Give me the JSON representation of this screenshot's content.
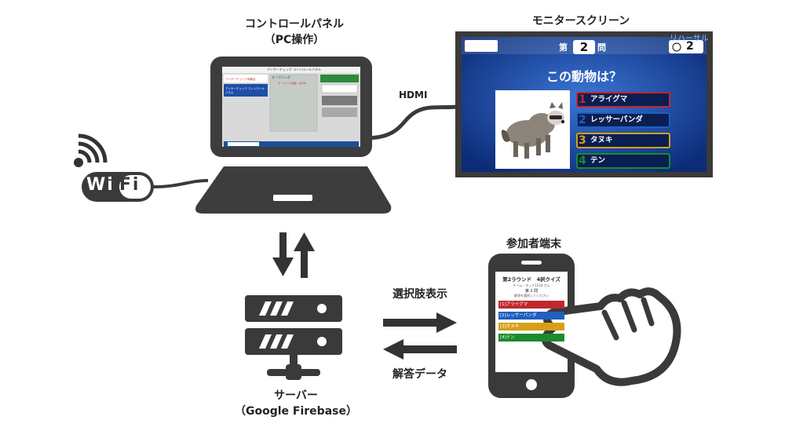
{
  "pc": {
    "label_line1": "コントロールパネル",
    "label_line2": "（PC操作）",
    "screen_title": "アンサーチェック コントロールパネル",
    "screen_section": "オープニング",
    "screen_side_title": "アンサーチェック体験会",
    "screen_side_sub": "アンサーチェック コントロールパネル",
    "screen_note": "オープニング画像・表示中"
  },
  "monitor": {
    "label": "モニタースクリーン",
    "connection": "HDMI",
    "q_prefix": "第",
    "q_number": "2",
    "q_suffix": "問",
    "timer": "2",
    "rehearsal": "リハーサル",
    "question": "この動物は？",
    "choices": [
      {
        "num": "1",
        "text": "アライグマ",
        "color": "#c0282d"
      },
      {
        "num": "2",
        "text": "レッサーパンダ",
        "color": "#1f5fbf"
      },
      {
        "num": "3",
        "text": "タヌキ",
        "color": "#d4a017"
      },
      {
        "num": "4",
        "text": "テン",
        "color": "#1a8a2e"
      }
    ]
  },
  "wifi": {
    "label": "WiFi"
  },
  "server": {
    "label_line1": "サーバー",
    "label_line2": "（Google Firebase）"
  },
  "phone": {
    "label": "参加者端末",
    "round_title": "第2ラウンド　4択クイズ",
    "team": "チーム・タッチ1234 さん",
    "q_label": "第 2 問",
    "instruction": "解答を選択してください",
    "choices": [
      {
        "text": "[1]アライグマ",
        "color": "#c0282d"
      },
      {
        "text": "[2]レッサーパンダ",
        "color": "#1f5fbf"
      },
      {
        "text": "[3]タヌキ",
        "color": "#d4a017"
      },
      {
        "text": "[4]テン",
        "color": "#1a8a2e"
      }
    ]
  },
  "arrows": {
    "to_phone": "選択肢表示",
    "to_server": "解答データ"
  }
}
